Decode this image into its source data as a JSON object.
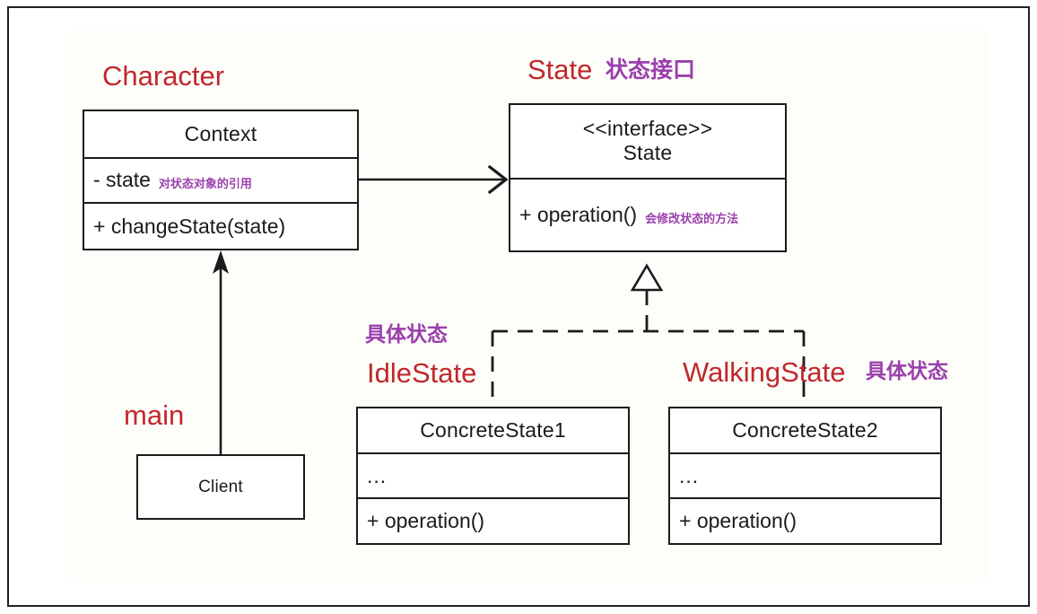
{
  "diagram": {
    "title_text": "State Pattern UML class diagram",
    "colors": {
      "accent_red": "#c0282c",
      "accent_purple": "#9b3fad",
      "stroke": "#1b1b1b",
      "panel_bg": "#fdfdf9"
    }
  },
  "annotations": {
    "character": "Character",
    "state_role": "State",
    "state_role_cn": "状态接口",
    "main": "main",
    "idle_role_cn": "具体状态",
    "idle_role": "IdleState",
    "walking_role": "WalkingState",
    "walking_role_cn": "具体状态"
  },
  "classes": {
    "context": {
      "name": "Context",
      "attribute": "- state",
      "attribute_note": "对状态对象的引用",
      "operation": "+ changeState(state)"
    },
    "state": {
      "stereotype": "<<interface>>",
      "name": "State",
      "operation": "+ operation()",
      "operation_note": "会修改状态的方法"
    },
    "client": {
      "name": "Client"
    },
    "concrete_state_1": {
      "name": "ConcreteState1",
      "attributes": "...",
      "operation": "+ operation()"
    },
    "concrete_state_2": {
      "name": "ConcreteState2",
      "attributes": "...",
      "operation": "+ operation()"
    }
  },
  "relationships": [
    {
      "name": "context-uses-state",
      "from": "Context",
      "to": "State",
      "type": "association"
    },
    {
      "name": "client-uses-context",
      "from": "Client",
      "to": "Context",
      "type": "association"
    },
    {
      "name": "concrete1-implements-state",
      "from": "ConcreteState1",
      "to": "State",
      "type": "realization"
    },
    {
      "name": "concrete2-implements-state",
      "from": "ConcreteState2",
      "to": "State",
      "type": "realization"
    }
  ]
}
